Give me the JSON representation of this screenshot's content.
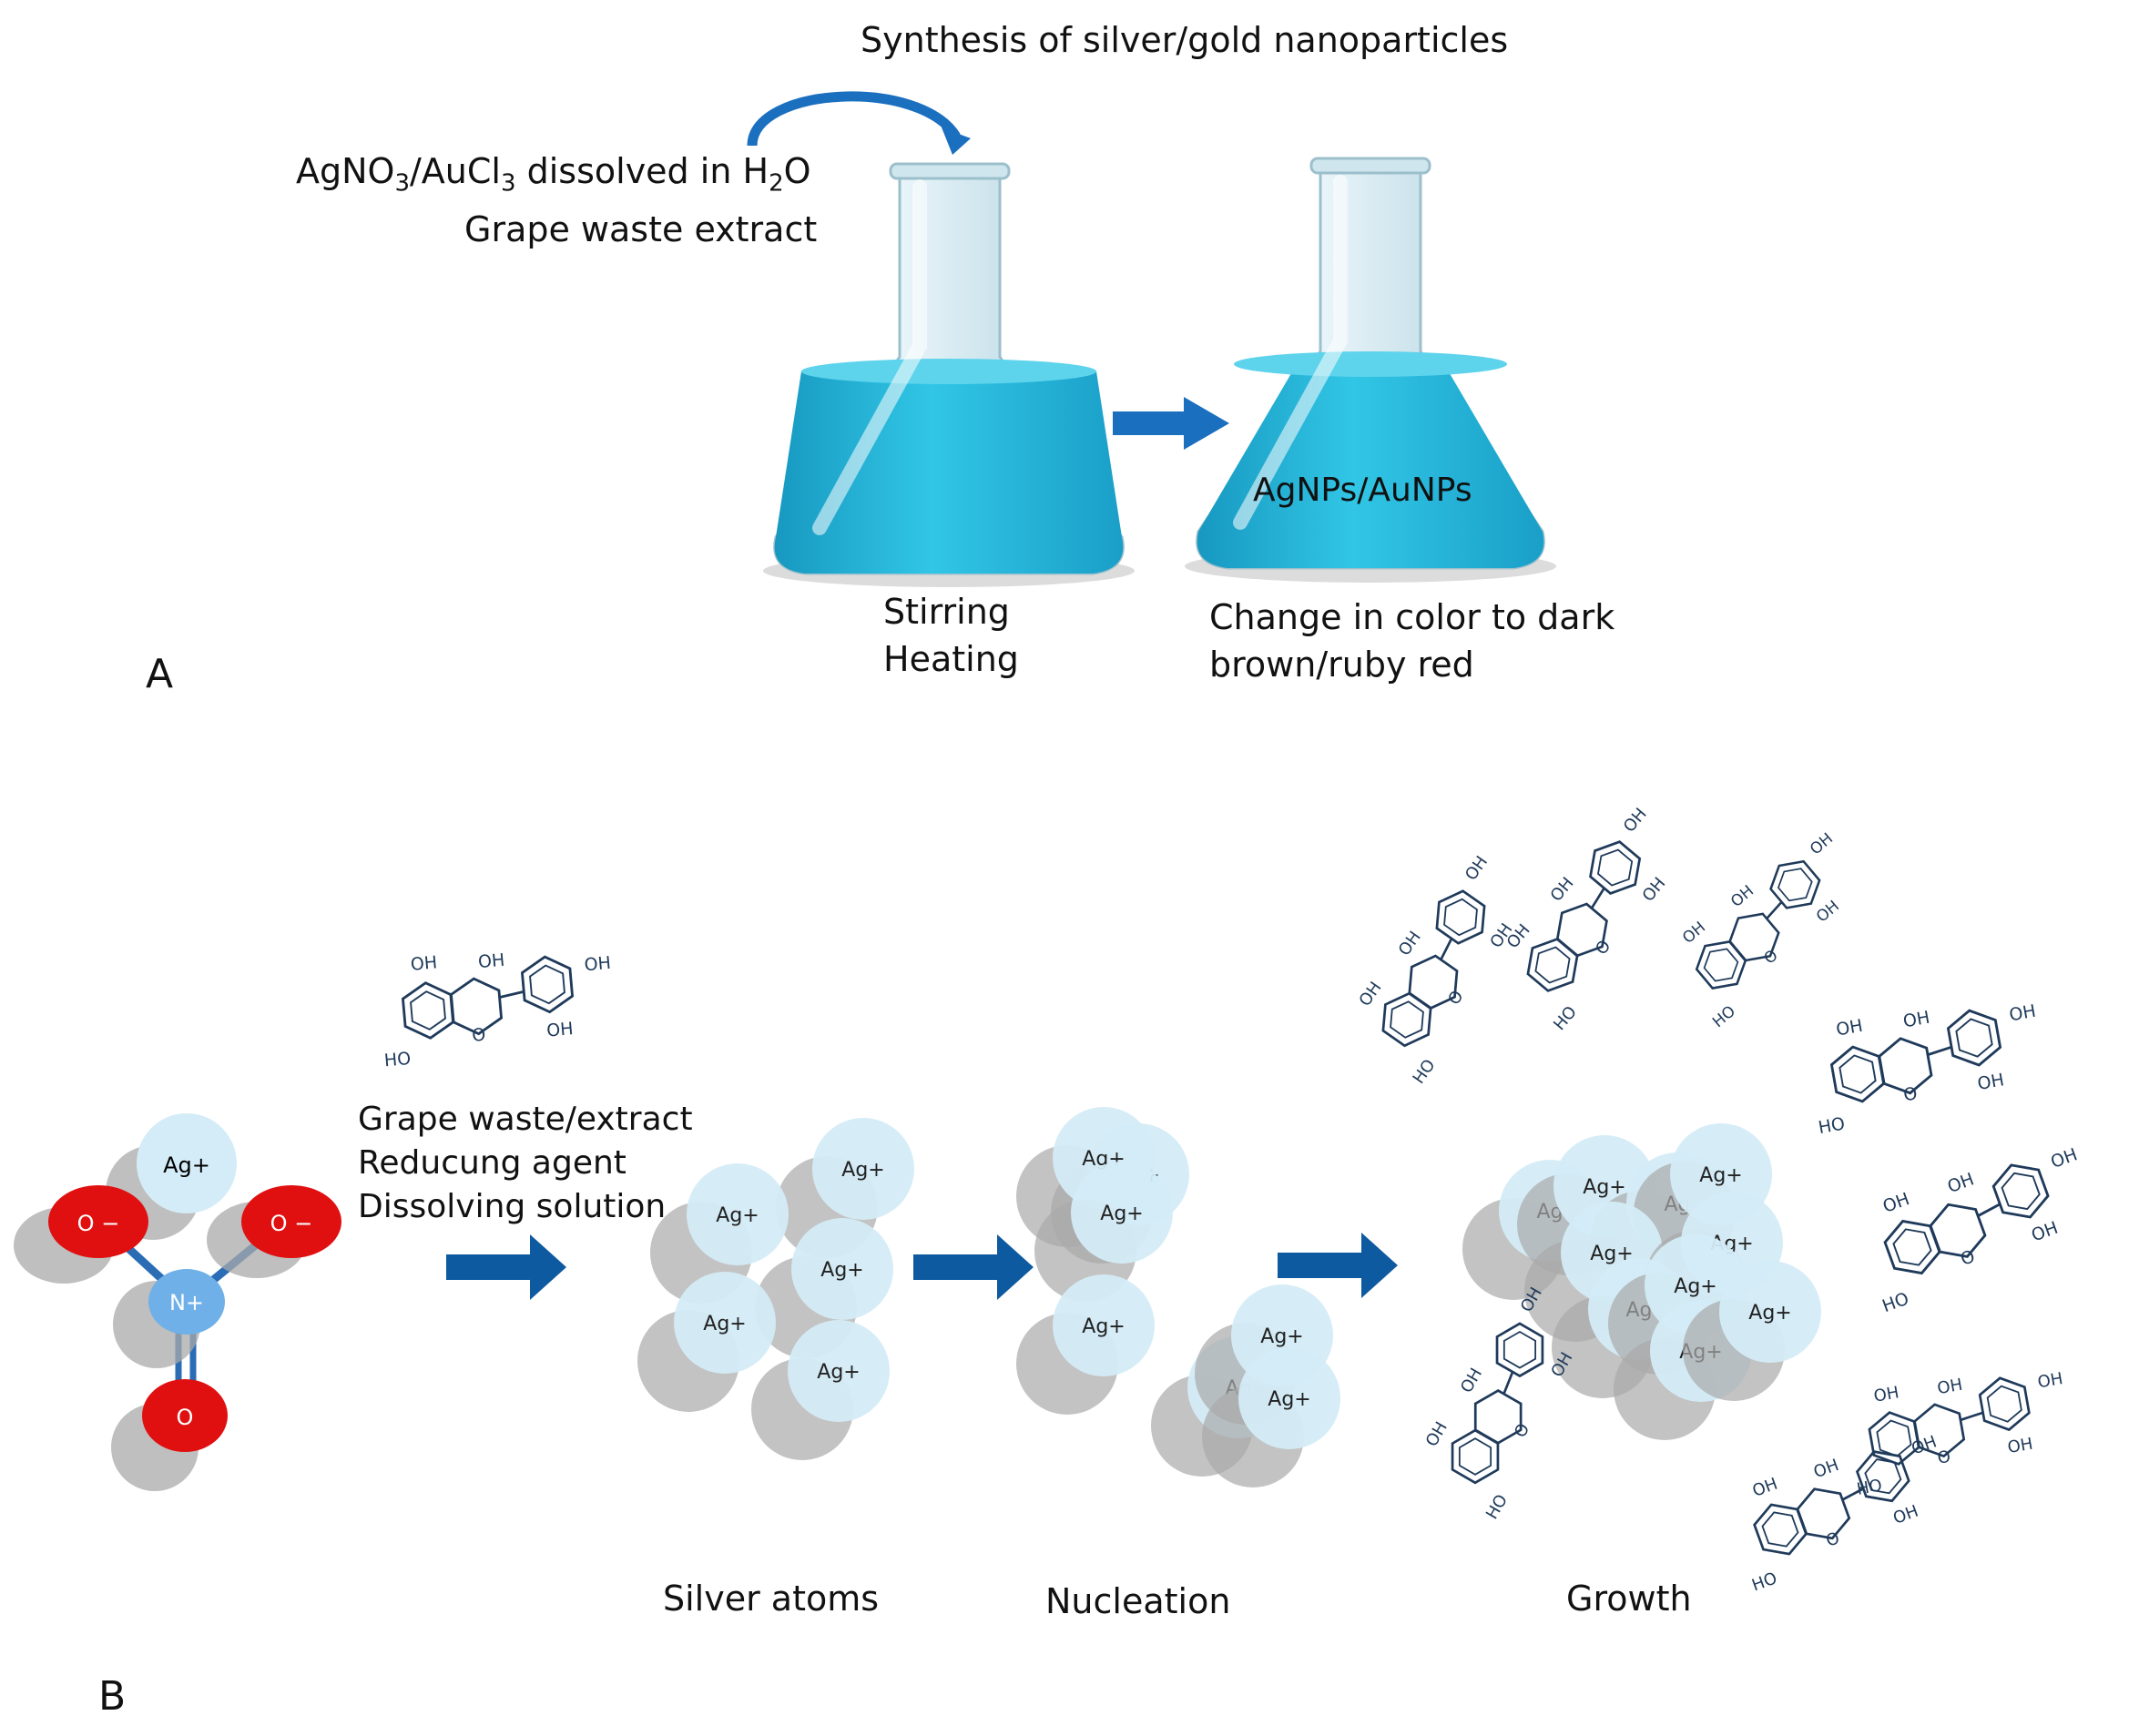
{
  "panel_a": {
    "letter": "A",
    "title": "Synthesis of silver/gold nanoparticles",
    "reagent_parts": [
      "AgNO",
      "3",
      "/AuCl",
      "3",
      " dissolved in H",
      "2",
      "O"
    ],
    "extract": "Grape waste extract",
    "flask1_caption": [
      "Stirring",
      "Heating"
    ],
    "flask2_label": "AgNPs/AuNPs",
    "flask2_caption": [
      "Change in color to dark",
      "brown/ruby red"
    ],
    "colors": {
      "liquid": "#29b9dc",
      "glass": "#cfe6ef",
      "arrow": "#1a6fbf"
    }
  },
  "panel_b": {
    "letter": "B",
    "agent_labels": [
      "Grape waste/extract",
      "Reducung agent",
      "Dissolving solution"
    ],
    "stage_labels": [
      "Silver atoms",
      "Nucleation",
      "Growth"
    ],
    "atom_ion": "Ag+",
    "atom_short": "Ag",
    "nitrate": {
      "n": "N+",
      "o_minus": "O −",
      "o": "O"
    },
    "oh": "OH",
    "ho": "HO",
    "ring_o": "O",
    "colors": {
      "ion": "#d4ecf7",
      "shadow": "#a9a9a9",
      "oxygen": "#e01010",
      "nitrogen": "#6fb0e8",
      "bond": "#2a6db5",
      "molecule": "#1f3a5a",
      "arrow": "#0d5aa0"
    }
  }
}
